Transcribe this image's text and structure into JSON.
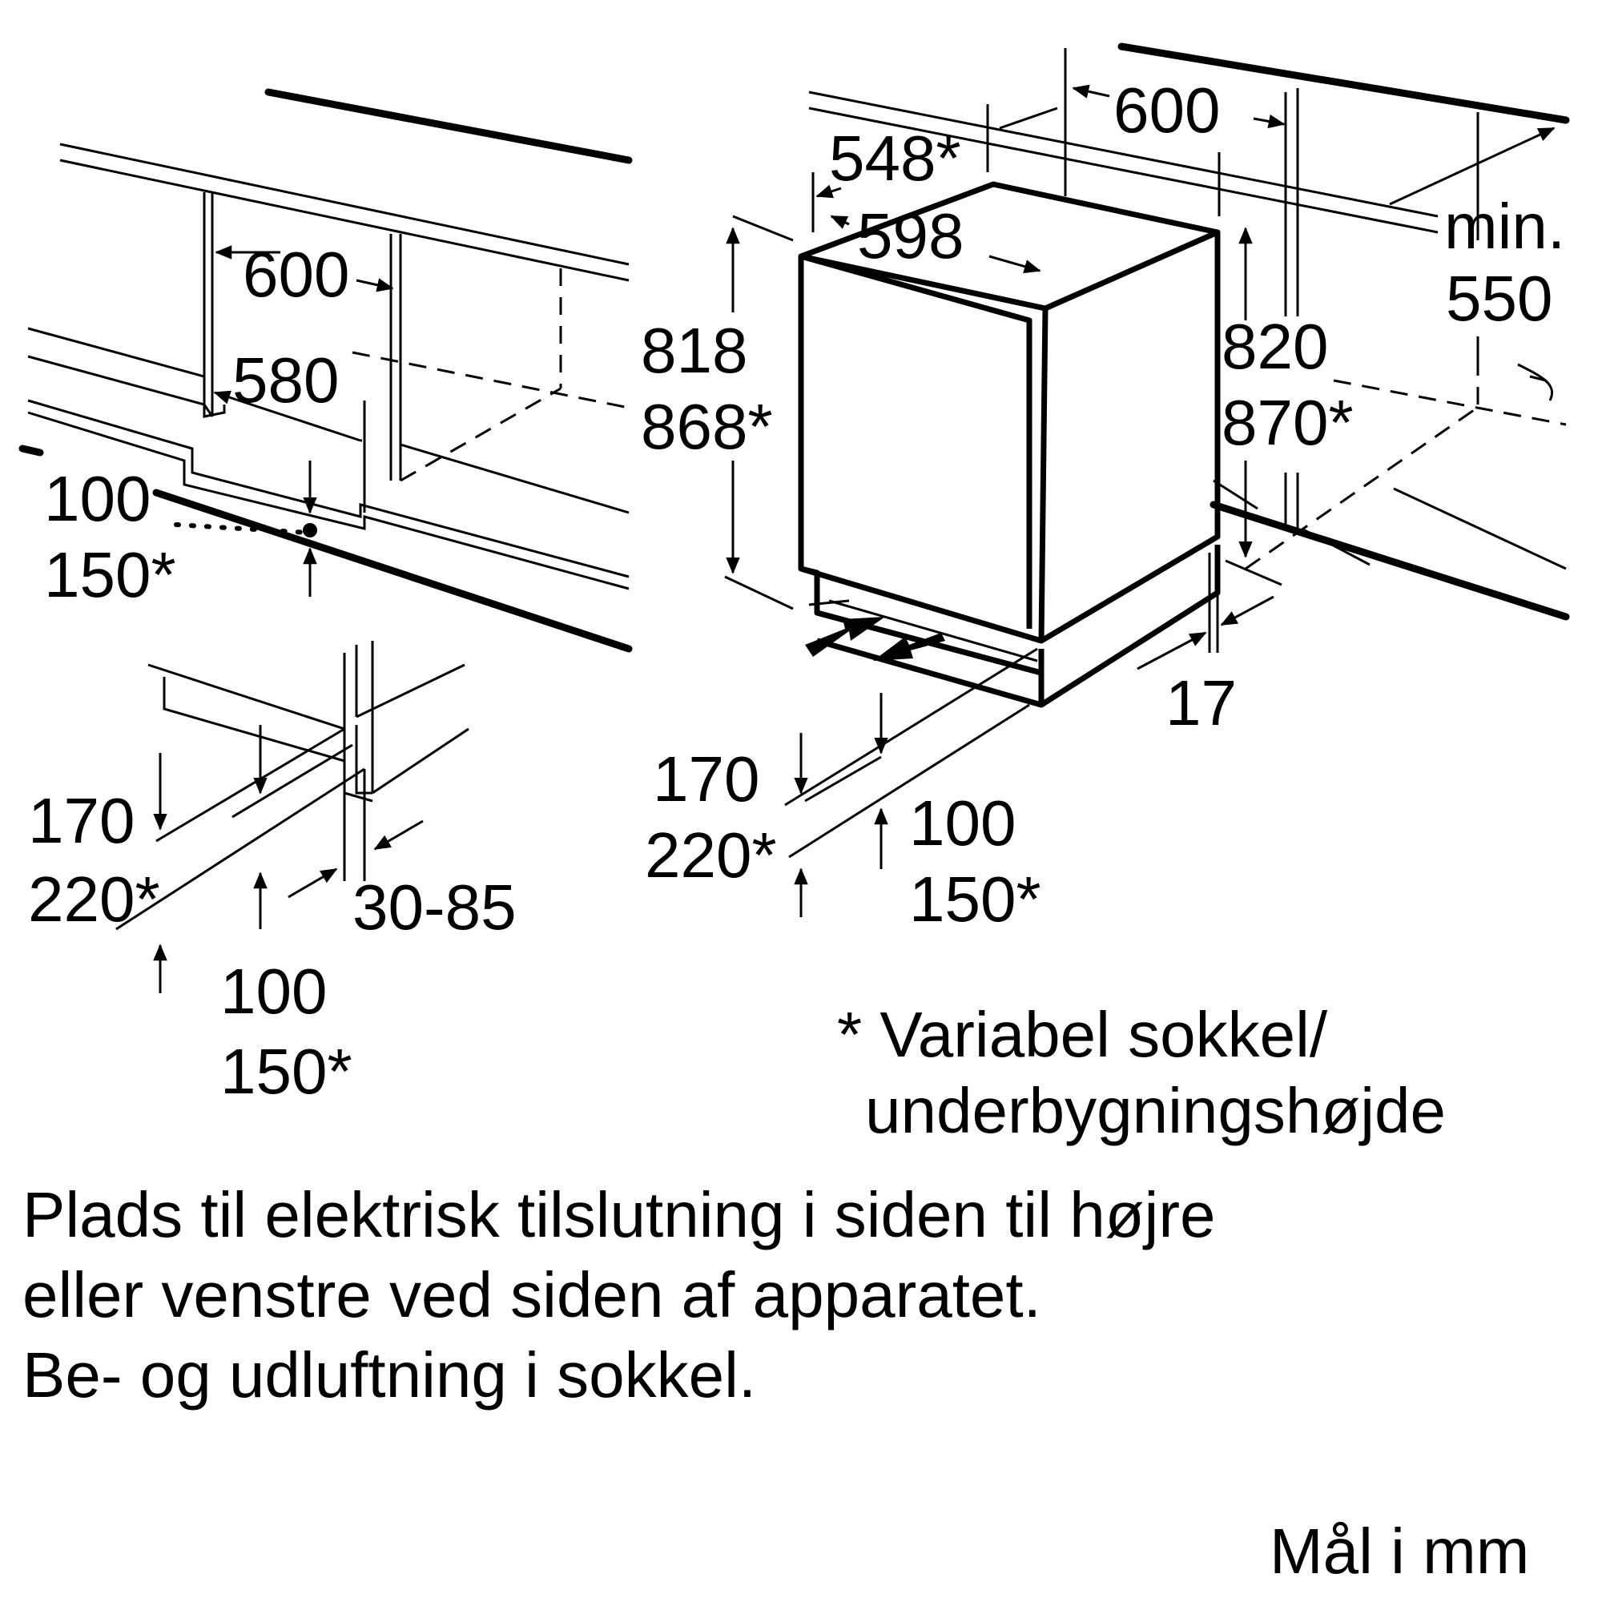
{
  "left_top": {
    "width_600": "600",
    "depth_580": "580",
    "plinth_height_1": "100",
    "plinth_height_2": "150*"
  },
  "left_bottom": {
    "height_1": "170",
    "height_2": "220*",
    "plinth_1": "100",
    "plinth_2": "150*",
    "recess": "30-85"
  },
  "right": {
    "depth_548": "548*",
    "width_598": "598",
    "niche_600": "600",
    "min_label": "min.",
    "min_value": "550",
    "height_818": "818",
    "height_868": "868*",
    "niche_820": "820",
    "niche_870": "870*",
    "offset_17": "17",
    "bottom_170": "170",
    "bottom_220": "220*",
    "bottom_100": "100",
    "bottom_150": "150*"
  },
  "notes": {
    "variable_line1": "* Variabel sokkel/",
    "variable_line2": "underbygningshøjde",
    "electric_line1": "Plads til elektrisk tilslutning i siden til højre",
    "electric_line2": "eller venstre ved siden af apparatet.",
    "ventilation": "Be- og udluftning i sokkel.",
    "units": "Mål i mm"
  }
}
